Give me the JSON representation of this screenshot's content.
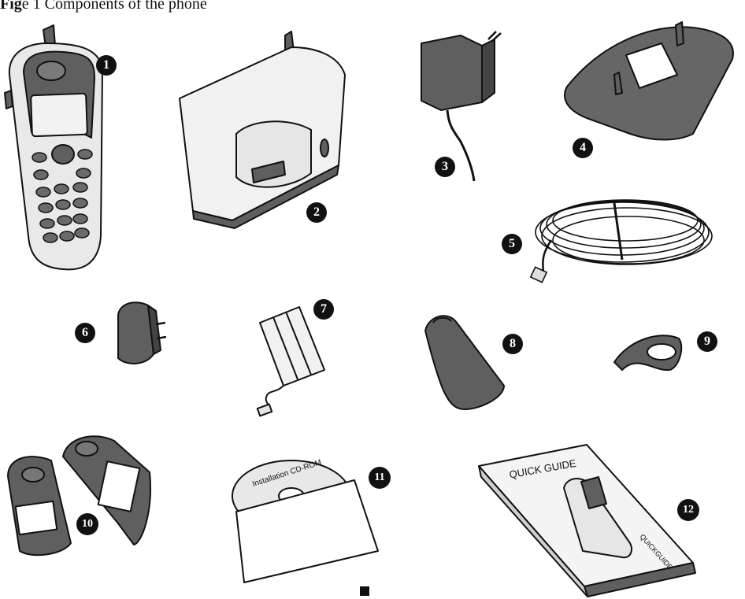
{
  "caption": {
    "prefix": "Fig",
    "rest": "e 1 Components of the phone"
  },
  "callouts": [
    "1",
    "2",
    "3",
    "4",
    "5",
    "6",
    "7",
    "8",
    "9",
    "10",
    "11",
    "12"
  ],
  "cd": {
    "label": "Installation CD-ROM"
  },
  "guide": {
    "title": "QUICK GUIDE",
    "spine": "QUICKGUIDE"
  },
  "colors": {
    "ink": "#111111",
    "dark_gray": "#5f5f5f",
    "light_gray": "#e6e6e6",
    "paper": "#ffffff"
  }
}
